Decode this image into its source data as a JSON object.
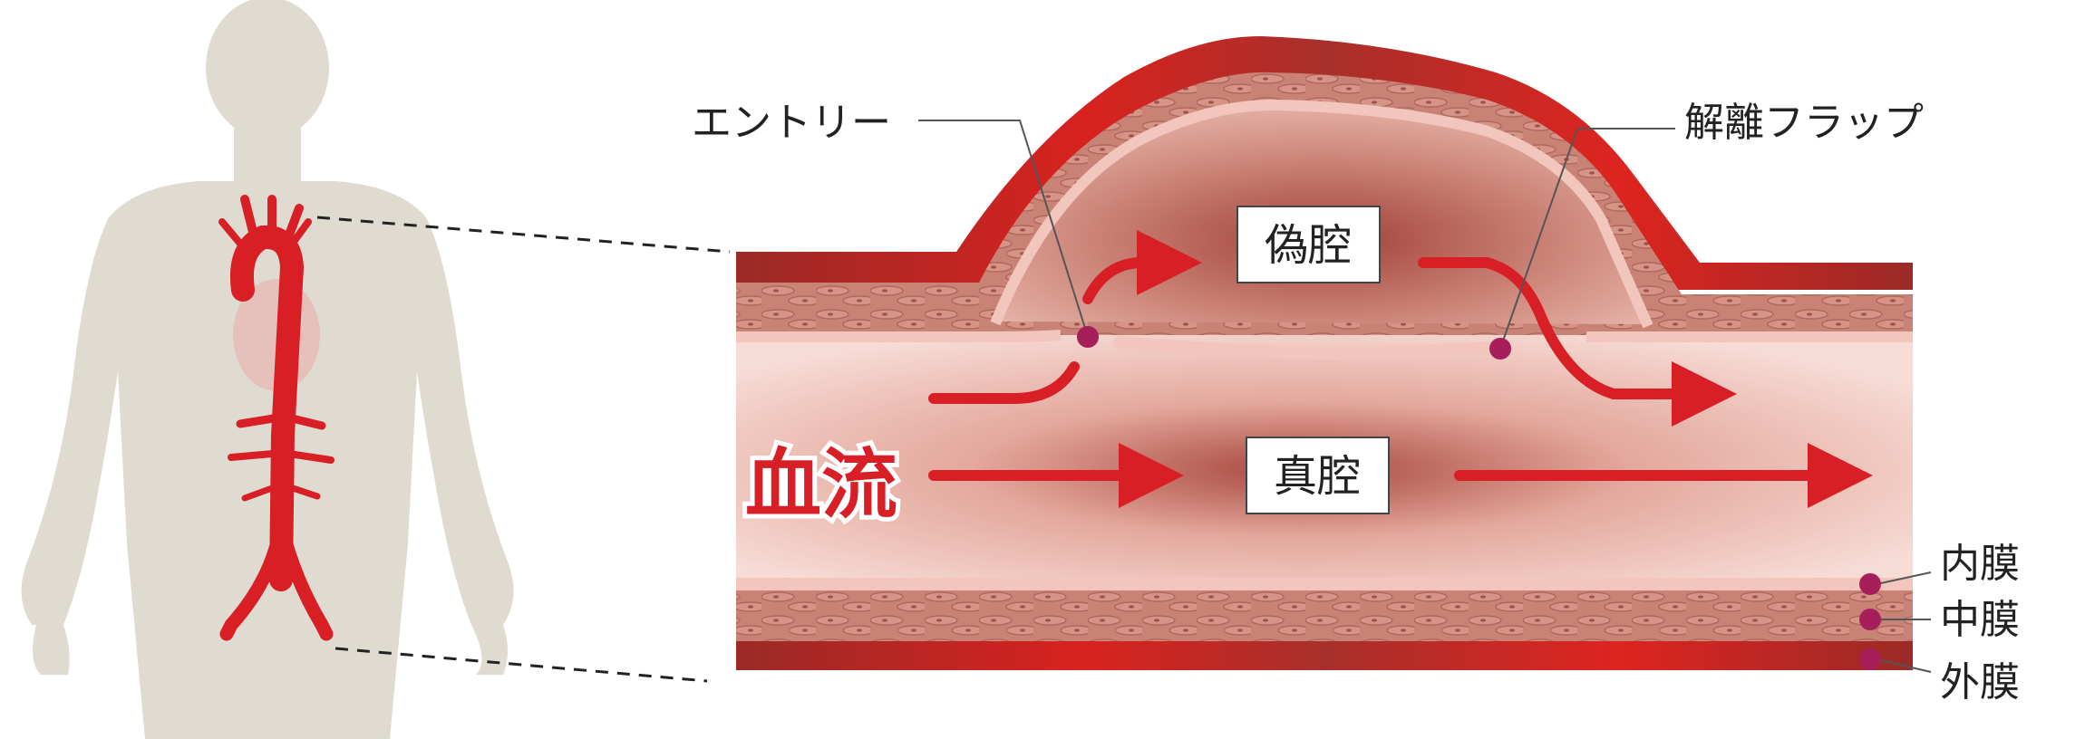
{
  "labels": {
    "entry": "エントリー",
    "flap": "解離フラップ",
    "false_lumen": "偽腔",
    "true_lumen": "真腔",
    "blood_flow": "血流",
    "intima": "内膜",
    "media": "中膜",
    "adventitia": "外膜"
  },
  "colors": {
    "body": "#e0dbd1",
    "artery": "#d81f26",
    "outer_wall": "#a8302a",
    "media": "#c98276",
    "intima": "#f2c5bd",
    "lumen": "#f1ccc4",
    "marker": "#a61f5a",
    "arrow": "#d81f26"
  }
}
